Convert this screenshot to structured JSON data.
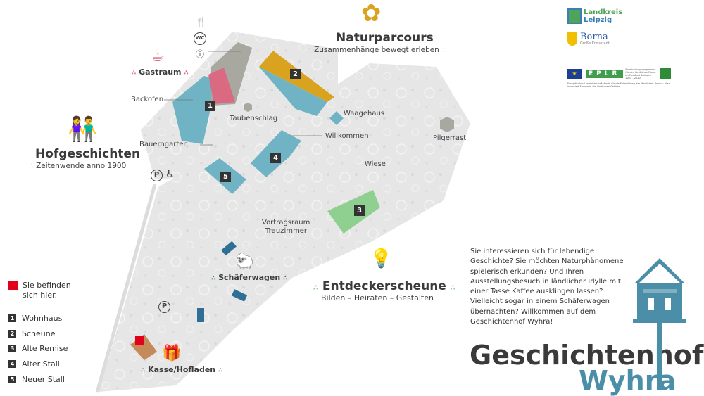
{
  "colors": {
    "wohnhaus": "#6fb3c4",
    "scheune": "#d9a31f",
    "remise": "#8fcf8f",
    "stall": "#2f6e95",
    "brand_dark": "#3a3a3a",
    "brand_blue": "#4a8ea8",
    "kasse": "#c48a5a",
    "red_marker": "#e3001b",
    "gastraum_pink": "#d96a82"
  },
  "areas": {
    "naturparcours": {
      "title": "Naturparcours",
      "subtitle": "Zusammenhänge bewegt erleben",
      "icon": "hummingbird-icon"
    },
    "hofgeschichten": {
      "title": "Hofgeschichten",
      "subtitle": "Zeitenwende anno 1900",
      "icon": "farmer-couple-icon"
    },
    "entdeckerscheune": {
      "title": "Entdeckerscheune",
      "subtitle": "Bilden – Heiraten – Gestalten",
      "icon": "lightbulb-icon"
    },
    "schaeferwagen": {
      "title": "Schäferwagen",
      "icon": "sheep-icon"
    },
    "gastraum": {
      "title": "Gastraum",
      "icon": "teapot-icon"
    },
    "kasse": {
      "title": "Kasse/Hofladen",
      "icon": "basket-icon"
    }
  },
  "places": {
    "backofen": "Backofen",
    "taubenschlag": "Taubenschlag",
    "waagehaus": "Waagehaus",
    "willkommen": "Willkommen",
    "pilgerrast": "Pilgerrast",
    "bauerngarten": "Bauerngarten",
    "wiese": "Wiese",
    "vortragsraum": "Vortragsraum",
    "trauzimmer": "Trauzimmer"
  },
  "building_numbers": [
    "1",
    "2",
    "3",
    "4",
    "5"
  ],
  "parking": {
    "symbol": "P",
    "icons": [
      "parking-icon",
      "wheelchair-icon"
    ]
  },
  "service_icons": [
    "cutlery-icon",
    "wc-icon",
    "info-icon"
  ],
  "legend": {
    "you_are_here": "Sie befinden sich hier.",
    "items": [
      {
        "num": "1",
        "label": "Wohnhaus"
      },
      {
        "num": "2",
        "label": "Scheune"
      },
      {
        "num": "3",
        "label": "Alte Remise"
      },
      {
        "num": "4",
        "label": "Alter Stall"
      },
      {
        "num": "5",
        "label": "Neuer Stall"
      }
    ]
  },
  "intro_text": "Sie interessieren sich für lebendige Geschichte? Sie möchten Naturphänomene spielerisch erkunden? Und Ihren Ausstellungsbesuch in ländlicher Idylle mit einer Tasse Kaffee ausklingen lassen? Vielleicht sogar in einem Schäferwagen übernachten? Willkommen auf dem Geschichtenhof Wyhra!",
  "brand": {
    "line1": "Geschichtenhof",
    "line2": "Wyhra",
    "icon": "birdhouse-icon"
  },
  "logos": {
    "landkreis": {
      "line1": "Landkreis",
      "line2": "Leipzig"
    },
    "borna": {
      "name": "Borna",
      "tag": "Große Kreisstadt"
    },
    "eplr": {
      "letters": "EPLR",
      "text": "Entwicklungsprogramm für den ländlichen Raum im Freistaat Sachsen 2014 - 2020",
      "footer": "Europäischer Landwirtschaftsfonds für die Entwicklung des ländlichen Raums: Hier investiert Europa in die ländlichen Gebiete"
    }
  }
}
